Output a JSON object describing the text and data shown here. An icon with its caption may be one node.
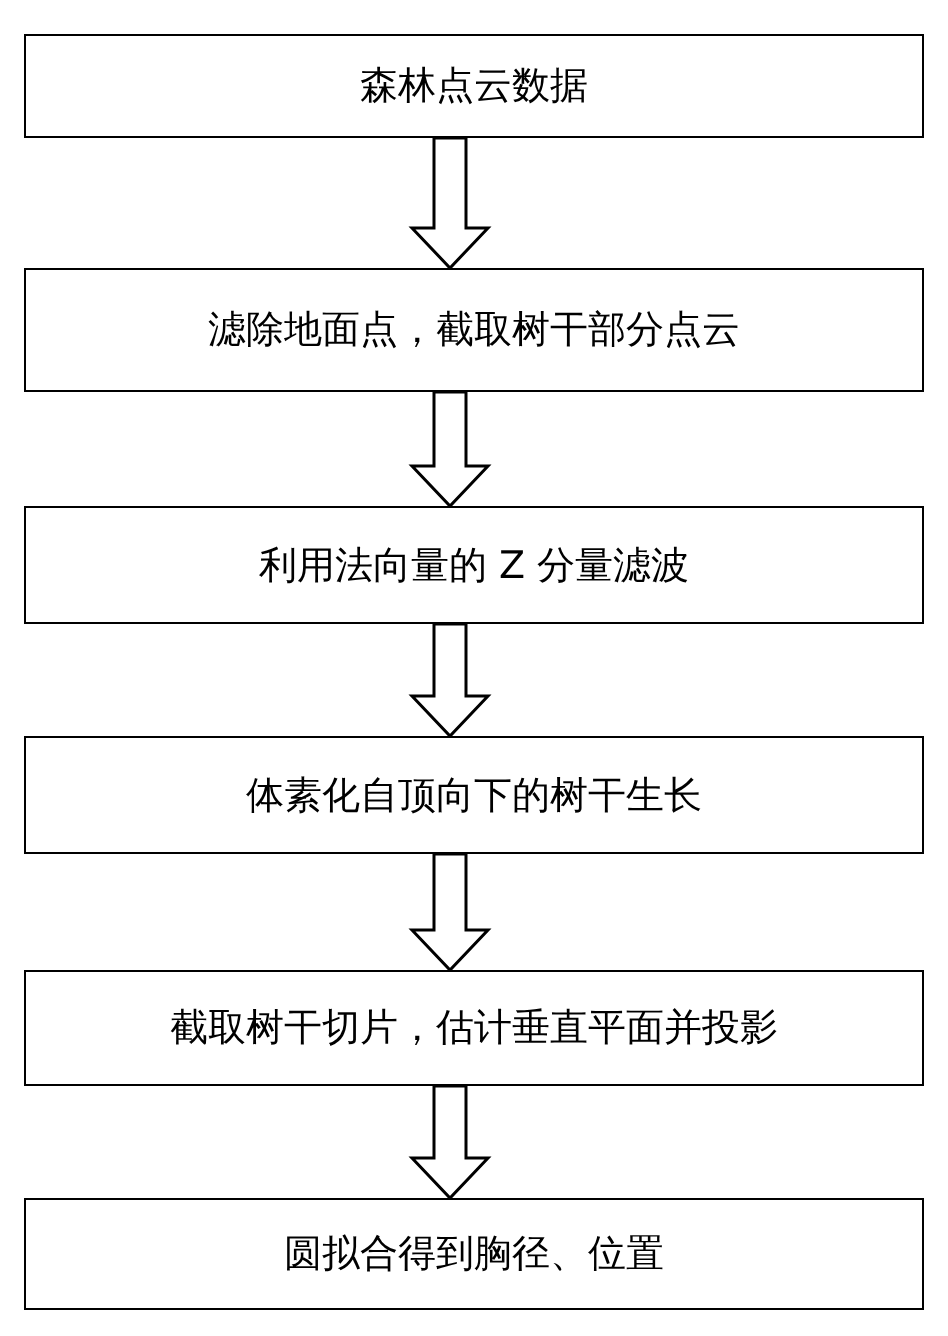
{
  "diagram": {
    "nodes": [
      {
        "text": [
          "森林点云数据"
        ]
      },
      {
        "text": [
          "滤除地面点，截取树干部分点云"
        ]
      },
      {
        "text": [
          "利用法向量的 Z 分量滤波"
        ]
      },
      {
        "text": [
          "体素化自顶向下的树干生长"
        ]
      },
      {
        "text": [
          "截取树干切片，估计垂直平面并投影"
        ]
      },
      {
        "text": [
          "圆拟合得到胸径、位置"
        ]
      }
    ],
    "edges": [
      {
        "from": 0,
        "to": 1,
        "arrow": "to"
      },
      {
        "from": 1,
        "to": 2,
        "arrow": "to"
      },
      {
        "from": 2,
        "to": 3,
        "arrow": "to"
      },
      {
        "from": 3,
        "to": 4,
        "arrow": "to"
      },
      {
        "from": 4,
        "to": 5,
        "arrow": "to"
      }
    ]
  }
}
